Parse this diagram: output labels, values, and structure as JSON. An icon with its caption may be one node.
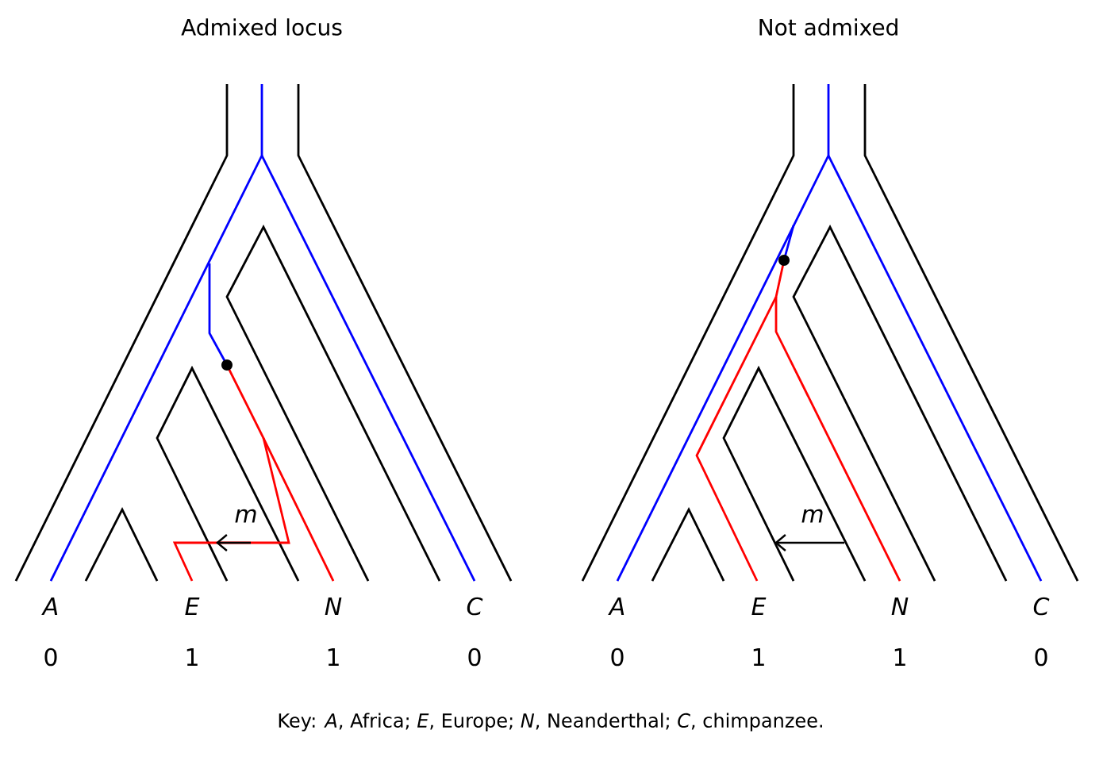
{
  "diagram": {
    "caption": "Key: *A*, Africa; *E*, Europe; *N*, Neanderthal; *C*, chimpanzee.",
    "labels": [
      "Admixed locus",
      "Not admixed",
      "A",
      "E",
      "N",
      "C",
      "0",
      "1",
      "1",
      "0",
      "m",
      "A",
      "E",
      "N",
      "C",
      "0",
      "1",
      "1",
      "0",
      "m"
    ]
  }
}
